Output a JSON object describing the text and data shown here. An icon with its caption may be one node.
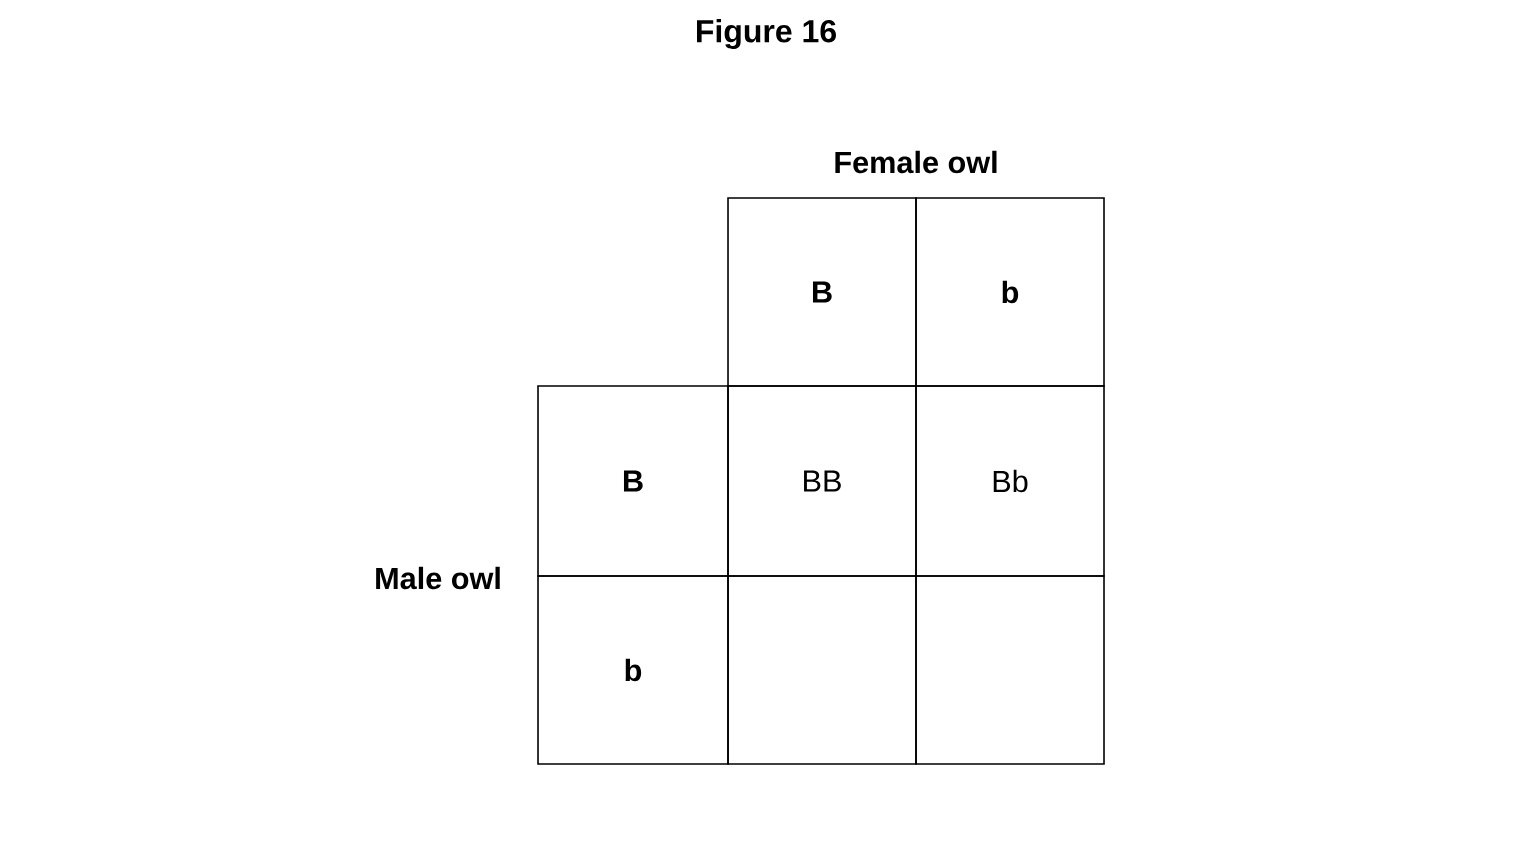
{
  "diagram": {
    "title": "Figure 16",
    "nodes": [
      {
        "text": [
          "B"
        ]
      },
      {
        "text": [
          "b"
        ]
      },
      {
        "text": [
          "B"
        ]
      },
      {
        "text": [
          "BB"
        ]
      },
      {
        "text": [
          "Bb"
        ]
      },
      {
        "text": [
          "b"
        ]
      },
      {
        "text": [],
        "shape": "box"
      },
      {
        "text": [],
        "shape": "box"
      }
    ],
    "labels": [
      "Female owl",
      "Male owl"
    ]
  }
}
